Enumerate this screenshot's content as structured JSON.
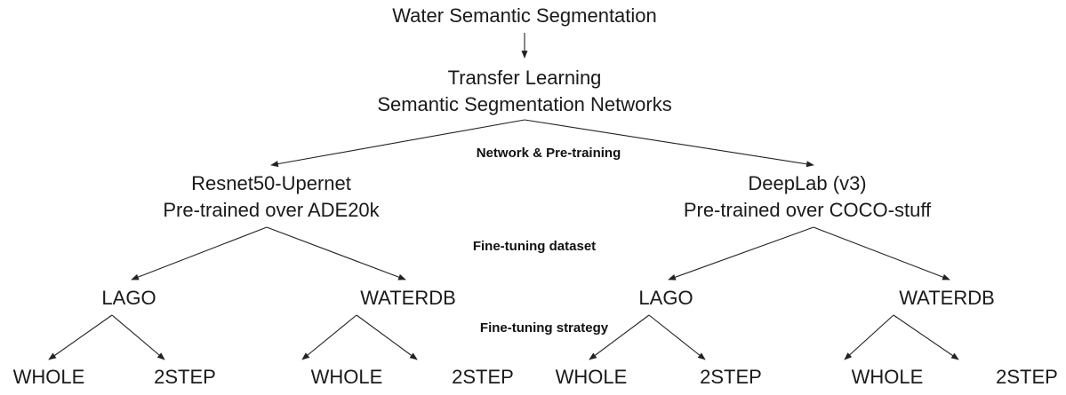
{
  "diagram": {
    "root": "Water Semantic Segmentation",
    "approach": [
      "Transfer Learning",
      "Semantic Segmentation Networks"
    ],
    "level_labels": {
      "network": "Network & Pre-training",
      "dataset": "Fine-tuning dataset",
      "strategy": "Fine-tuning strategy"
    },
    "networks": [
      {
        "lines": [
          "Resnet50-Upernet",
          "Pre-trained over ADE20k"
        ],
        "datasets": [
          {
            "name": "LAGO",
            "strategies": [
              "WHOLE",
              "2STEP"
            ]
          },
          {
            "name": "WATERDB",
            "strategies": [
              "WHOLE",
              "2STEP"
            ]
          }
        ]
      },
      {
        "lines": [
          "DeepLab (v3)",
          "Pre-trained over COCO-stuff"
        ],
        "datasets": [
          {
            "name": "LAGO",
            "strategies": [
              "WHOLE",
              "2STEP"
            ]
          },
          {
            "name": "WATERDB",
            "strategies": [
              "WHOLE",
              "2STEP"
            ]
          }
        ]
      }
    ]
  }
}
